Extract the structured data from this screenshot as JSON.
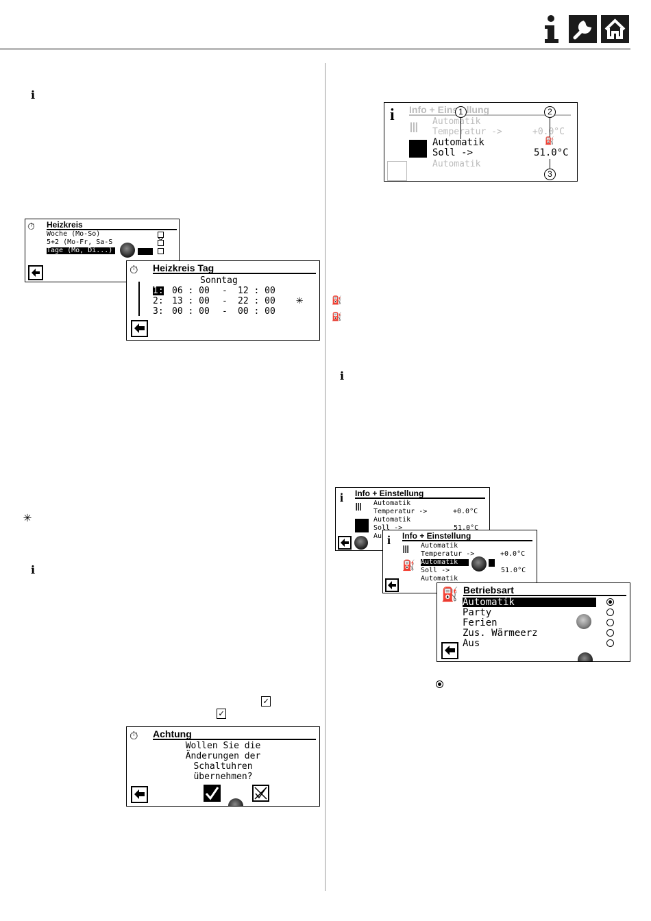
{
  "header": {
    "info_icon": "info-icon",
    "tools_icon": "wrench-icon",
    "home_icon": "home-icon"
  },
  "heizkreis": {
    "title": "Heizkreis",
    "options": [
      "Woche (Mo-So)",
      "5+2 (Mo-Fr, Sa-S",
      "Tage (Mo, Di...)"
    ]
  },
  "heizkreis_tag": {
    "title": "Heizkreis Tag",
    "day": "Sonntag",
    "rows": [
      {
        "idx": "1:",
        "from": "06 : 00",
        "sep": "-",
        "to": "12 : 00"
      },
      {
        "idx": "2:",
        "from": "13 : 00",
        "sep": "-",
        "to": "22 : 00"
      },
      {
        "idx": "3:",
        "from": "00 : 00",
        "sep": "-",
        "to": "00 : 00"
      }
    ]
  },
  "achtung": {
    "title": "Achtung",
    "lines": [
      "Wollen Sie die",
      "Änderungen der",
      "Schaltuhren",
      "übernehmen?"
    ]
  },
  "info_top": {
    "title": "Info + Einstellung",
    "r1": "Automatik",
    "r2": "Temperatur ->",
    "r2v": "+0.0°C",
    "r3": "Automatik",
    "r4": "Soll ->",
    "r4v": "51.0°C",
    "r5": "Automatik",
    "c1": "1",
    "c2": "2",
    "c3": "3"
  },
  "info_a": {
    "title": "Info + Einstellung",
    "r1": "Automatik",
    "r2": "Temperatur ->",
    "r2v": "+0.0°C",
    "r3": "Automatik",
    "r4": "Soll ->",
    "r4v": "51.0°C",
    "r5": "Au"
  },
  "info_b": {
    "title": "Info + Einstellung",
    "r1": "Automatik",
    "r2": "Temperatur ->",
    "r2v": "+0.0°C",
    "r3": "Automatik",
    "r4": "Soll ->",
    "r4v": "51.0°C",
    "r5": "Automatik"
  },
  "betriebsart": {
    "title": "Betriebsart",
    "options": [
      "Automatik",
      "Party",
      "Ferien",
      "Zus. Wärmeerz",
      "Aus"
    ]
  }
}
